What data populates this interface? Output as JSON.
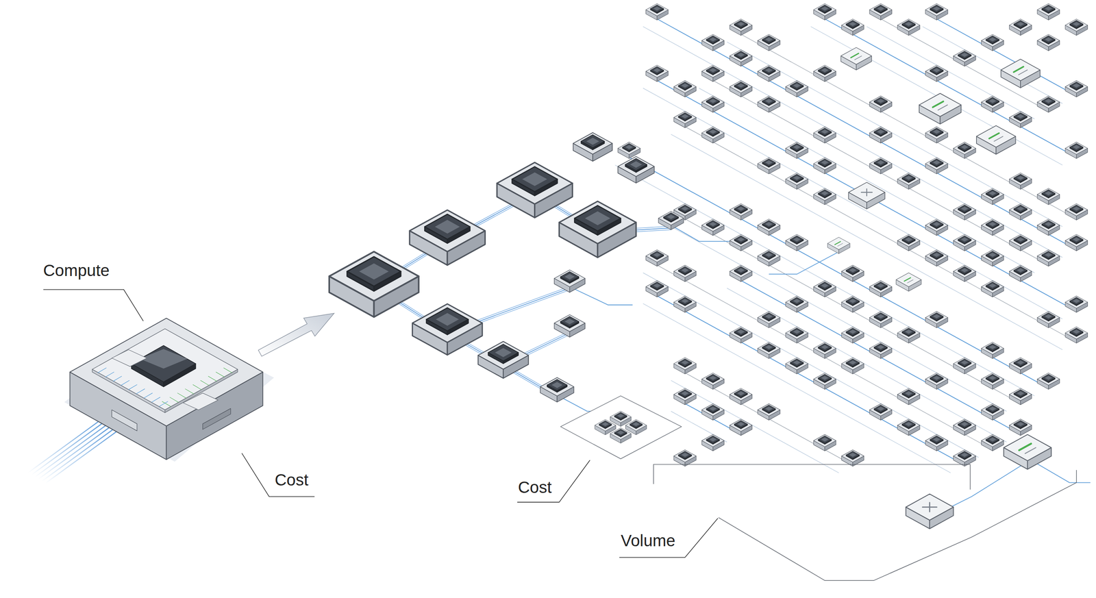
{
  "diagram": {
    "labels": [
      "Compute",
      "Cost",
      "Cost",
      "Volume"
    ]
  }
}
